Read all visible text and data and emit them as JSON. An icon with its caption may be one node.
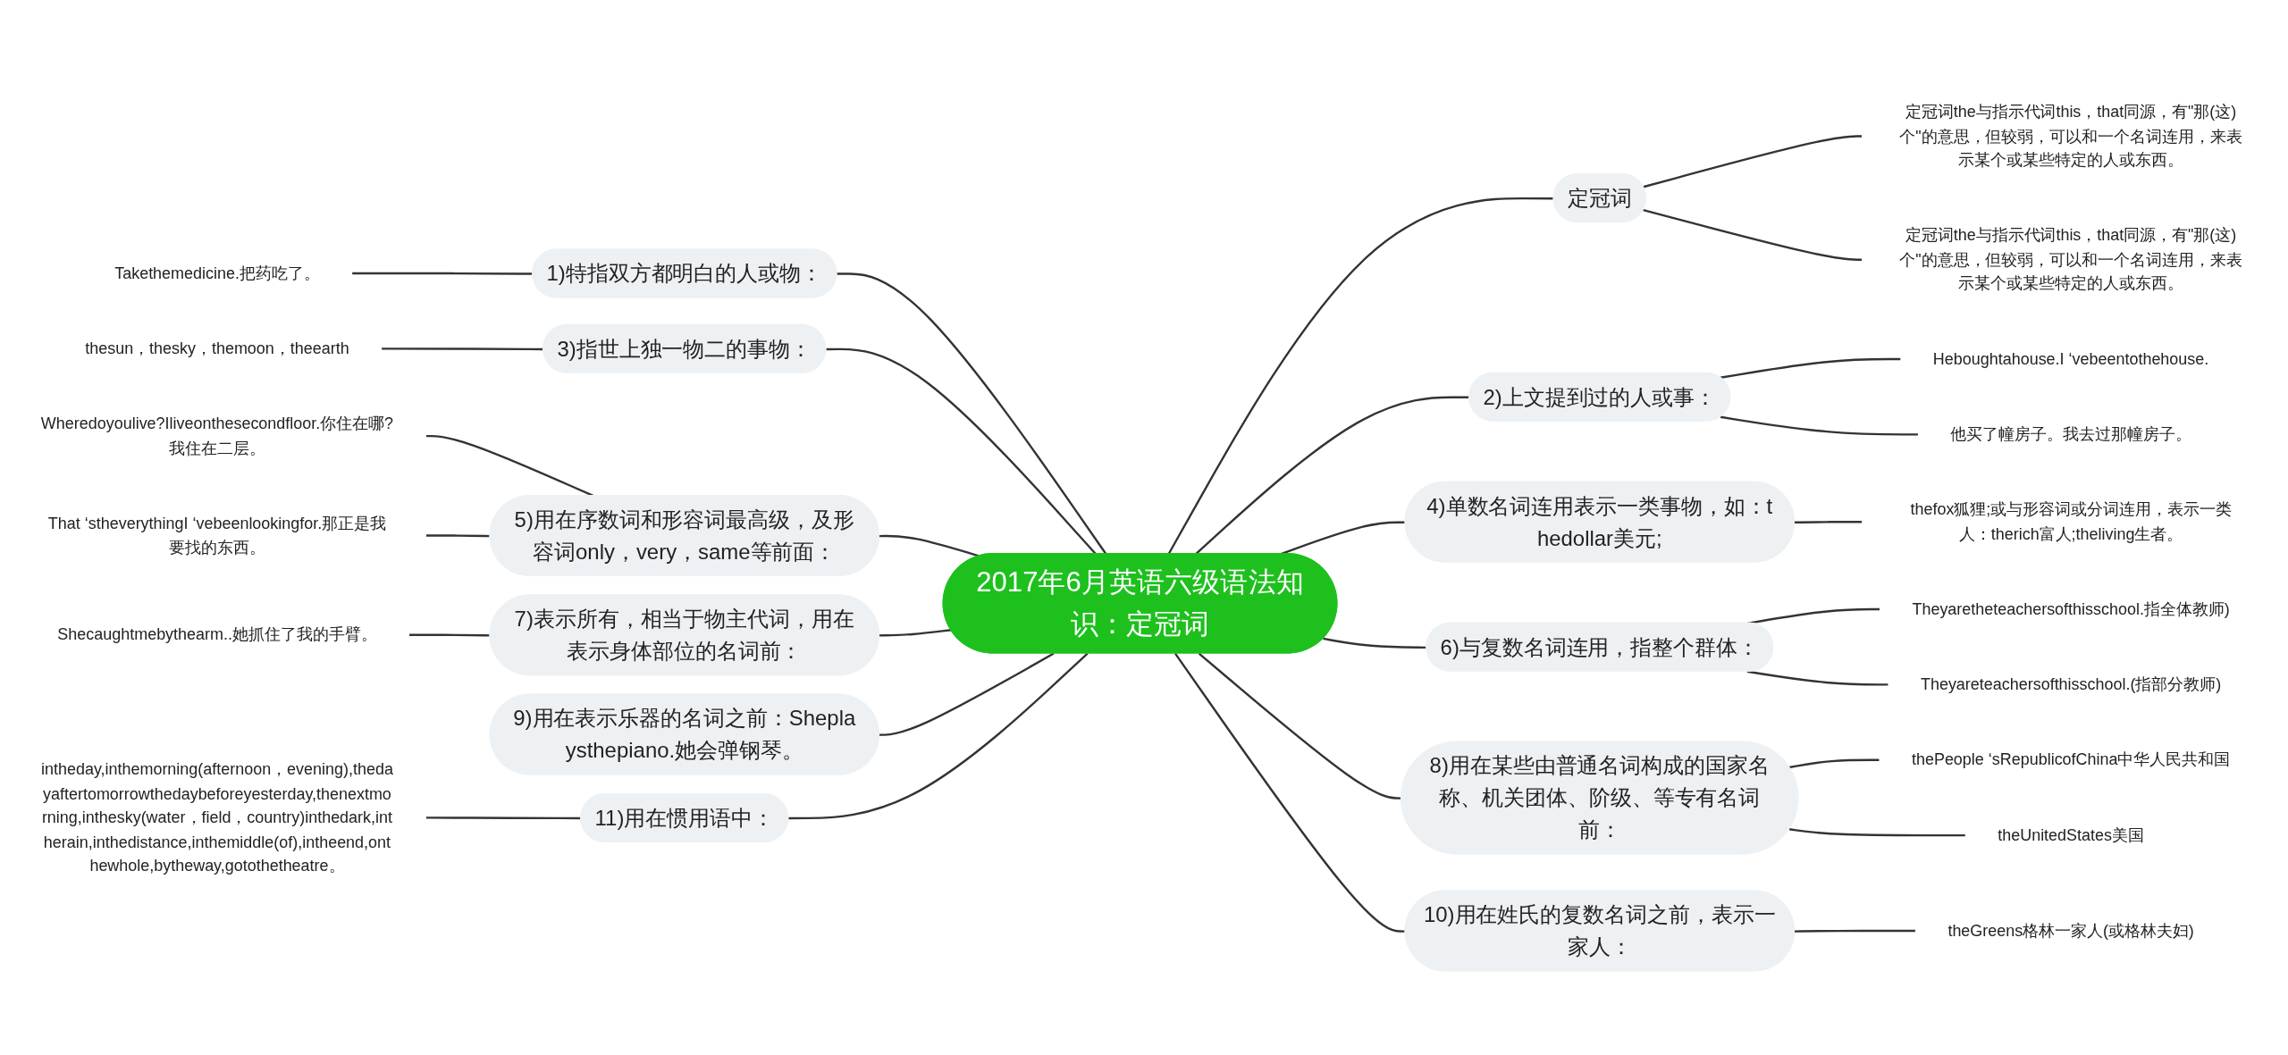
{
  "diagram": {
    "nodes": [
      {
        "text": [
          "2017年6月英语六级语法知识：定冠词"
        ]
      },
      {
        "text": [
          "定冠词"
        ]
      },
      {
        "text": [
          "定冠词the与指示代词this，that同源，有\"那(这)个\"的意思，但较弱，可以和一个名词连用，来表示某个或某些特定的人或东西。"
        ]
      },
      {
        "text": [
          "定冠词the与指示代词this，that同源，有\"那(这)个\"的意思，但较弱，可以和一个名词连用，来表示某个或某些特定的人或东西。"
        ]
      },
      {
        "text": [
          "2)上文提到过的人或事："
        ]
      },
      {
        "text": [
          "Heboughtahouse.I ‘vebeentothehouse."
        ]
      },
      {
        "text": [
          "他买了幢房子。我去过那幢房子。"
        ]
      },
      {
        "text": [
          "4)单数名词连用表示一类事物，如：thedollar美元;"
        ]
      },
      {
        "text": [
          "thefox狐狸;或与形容词或分词连用，表示一类人：therich富人;theliving生者。"
        ]
      },
      {
        "text": [
          "6)与复数名词连用，指整个群体："
        ]
      },
      {
        "text": [
          "Theyaretheteachersofthisschool.指全体教师)"
        ]
      },
      {
        "text": [
          "Theyareteachersofthisschool.(指部分教师)"
        ]
      },
      {
        "text": [
          "8)用在某些由普通名词构成的国家名称、机关团体、阶级、等专有名词前："
        ]
      },
      {
        "text": [
          "thePeople ‘sRepublicofChina中华人民共和国"
        ]
      },
      {
        "text": [
          "theUnitedStates美国"
        ]
      },
      {
        "text": [
          "10)用在姓氏的复数名词之前，表示一家人："
        ]
      },
      {
        "text": [
          "theGreens格林一家人(或格林夫妇)"
        ]
      },
      {
        "text": [
          "1)特指双方都明白的人或物："
        ]
      },
      {
        "text": [
          "Takethemedicine.把药吃了。"
        ]
      },
      {
        "text": [
          "3)指世上独一物二的事物："
        ]
      },
      {
        "text": [
          "thesun，thesky，themoon，theearth"
        ]
      },
      {
        "text": [
          "5)用在序数词和形容词最高级，及形容词only，very，same等前面："
        ]
      },
      {
        "text": [
          "Wheredoyoulive?Iliveonthesecondfloor.你住在哪?我住在二层。"
        ]
      },
      {
        "text": [
          "That ‘stheverythingI ‘vebeenlookingfor.那正是我要找的东西。"
        ]
      },
      {
        "text": [
          "7)表示所有，相当于物主代词，用在表示身体部位的名词前："
        ]
      },
      {
        "text": [
          "Shecaughtmebythearm..她抓住了我的手臂。"
        ]
      },
      {
        "text": [
          "9)用在表示乐器的名词之前：Sheplaysthepiano.她会弹钢琴。"
        ]
      },
      {
        "text": [
          "11)用在惯用语中："
        ]
      },
      {
        "text": [
          "intheday,inthemorning(afternoon，evening),thedayaftertomorrowthedaybeforeyesterday,thenextmorning,inthesky(water，field，country)inthedark,intherain,inthedistance,inthemiddle(of),intheend,onthewhole,bytheway,gotothetheatre。"
        ]
      }
    ],
    "edges": [
      {
        "from": 0,
        "to": 1,
        "arrow": "none"
      },
      {
        "from": 1,
        "to": 2,
        "arrow": "none"
      },
      {
        "from": 1,
        "to": 3,
        "arrow": "none"
      },
      {
        "from": 0,
        "to": 4,
        "arrow": "none"
      },
      {
        "from": 4,
        "to": 5,
        "arrow": "none"
      },
      {
        "from": 4,
        "to": 6,
        "arrow": "none"
      },
      {
        "from": 0,
        "to": 7,
        "arrow": "none"
      },
      {
        "from": 7,
        "to": 8,
        "arrow": "none"
      },
      {
        "from": 0,
        "to": 9,
        "arrow": "none"
      },
      {
        "from": 9,
        "to": 10,
        "arrow": "none"
      },
      {
        "from": 9,
        "to": 11,
        "arrow": "none"
      },
      {
        "from": 0,
        "to": 12,
        "arrow": "none"
      },
      {
        "from": 12,
        "to": 13,
        "arrow": "none"
      },
      {
        "from": 12,
        "to": 14,
        "arrow": "none"
      },
      {
        "from": 0,
        "to": 15,
        "arrow": "none"
      },
      {
        "from": 15,
        "to": 16,
        "arrow": "none"
      },
      {
        "from": 17,
        "to": 0,
        "arrow": "none"
      },
      {
        "from": 18,
        "to": 17,
        "arrow": "none"
      },
      {
        "from": 19,
        "to": 0,
        "arrow": "none"
      },
      {
        "from": 20,
        "to": 19,
        "arrow": "none"
      },
      {
        "from": 21,
        "to": 0,
        "arrow": "none"
      },
      {
        "from": 22,
        "to": 21,
        "arrow": "none"
      },
      {
        "from": 23,
        "to": 21,
        "arrow": "none"
      },
      {
        "from": 24,
        "to": 0,
        "arrow": "none"
      },
      {
        "from": 25,
        "to": 24,
        "arrow": "none"
      },
      {
        "from": 26,
        "to": 0,
        "arrow": "none"
      },
      {
        "from": 27,
        "to": 0,
        "arrow": "none"
      },
      {
        "from": 28,
        "to": 27,
        "arrow": "none"
      }
    ]
  }
}
